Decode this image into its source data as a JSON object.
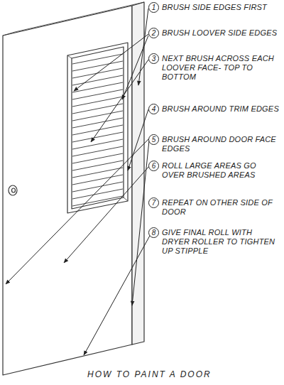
{
  "diagram": {
    "title": "HOW TO PAINT A DOOR",
    "labels": [
      "1",
      "BRUSH SIDE EDGES FIRST",
      "2",
      "BRUSH LOOVER SIDE EDGES",
      "3",
      "NEXT BRUSH ACROSS EACH LOOVER FACE- TOP TO BOTTOM",
      "4",
      "BRUSH AROUND TRIM EDGES",
      "5",
      "BRUSH AROUND DOOR FACE EDGES",
      "6",
      "ROLL LARGE AREAS GO OVER BRUSHED AREAS",
      "7",
      "REPEAT ON OTHER SIDE OF DOOR",
      "8",
      "GIVE FINAL ROLL WITH DRYER ROLLER TO TIGHTEN UP STIPPLE"
    ]
  }
}
